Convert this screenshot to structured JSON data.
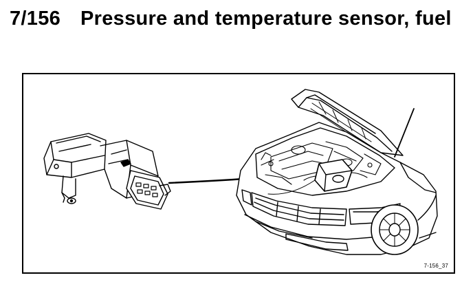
{
  "heading": {
    "code": "7/156",
    "title": "Pressure and temperature sensor, fuel"
  },
  "illustration": {
    "figure_ref": "7-156_37"
  },
  "colors": {
    "ink": "#000000",
    "paper": "#ffffff"
  }
}
